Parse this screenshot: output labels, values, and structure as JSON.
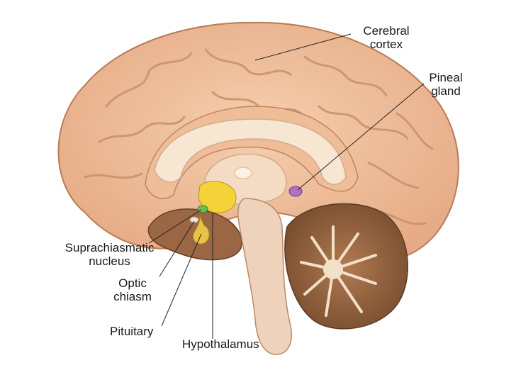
{
  "labels": {
    "cerebral_cortex": [
      "Cerebral",
      "cortex"
    ],
    "pineal_gland": [
      "Pineal",
      "gland"
    ],
    "suprachiasmatic_nucleus": [
      "Suprachiasmatic",
      "nucleus"
    ],
    "optic_chiasm": [
      "Optic",
      "chiasm"
    ],
    "pituitary": "Pituitary",
    "hypothalamus": "Hypothalamus"
  },
  "colors": {
    "cortex": "#f1c3a0",
    "cortex_shadow": "#c98a66",
    "corpus_callosum": "#f7e6d2",
    "brainstem": "#efd2bb",
    "cerebellum": "#9c6a45",
    "cerebellum_light": "#f3e0c8",
    "hypothalamus": "#f4d23a",
    "pituitary": "#e9c347",
    "scn": "#6abf54",
    "pineal": "#b070c8",
    "leader_line": "#222222"
  }
}
